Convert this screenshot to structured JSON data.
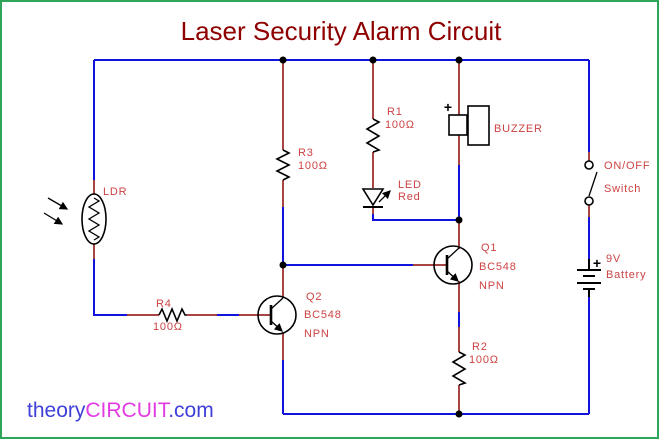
{
  "title": "Laser Security Alarm Circuit",
  "watermark": {
    "part1": "theory",
    "part2": "CIRCUIT",
    "part3": ".com"
  },
  "components": {
    "ldr": {
      "label": "LDR"
    },
    "r1": {
      "name": "R1",
      "value": "100Ω"
    },
    "r2": {
      "name": "R2",
      "value": "100Ω"
    },
    "r3": {
      "name": "R3",
      "value": "100Ω"
    },
    "r4": {
      "name": "R4",
      "value": "100Ω"
    },
    "q1": {
      "name": "Q1",
      "part": "BC548",
      "type": "NPN"
    },
    "q2": {
      "name": "Q2",
      "part": "BC548",
      "type": "NPN"
    },
    "led": {
      "name": "LED",
      "color_label": "Red"
    },
    "buzzer": {
      "label": "BUZZER",
      "polarity": "+"
    },
    "switch": {
      "line1": "ON/OFF",
      "line2": "Switch"
    },
    "battery": {
      "line1": "9V",
      "line2": "Battery",
      "polarity": "+"
    }
  },
  "colors": {
    "border-green": "#2fa45b",
    "wire-blue": "#1212dd",
    "lead-red": "#a84444",
    "label-red": "#cc4343",
    "title-maroon": "#8e0000",
    "symbol-black": "#000000",
    "wm-blue": "#4040d8",
    "wm-magenta": "#e23be2"
  }
}
